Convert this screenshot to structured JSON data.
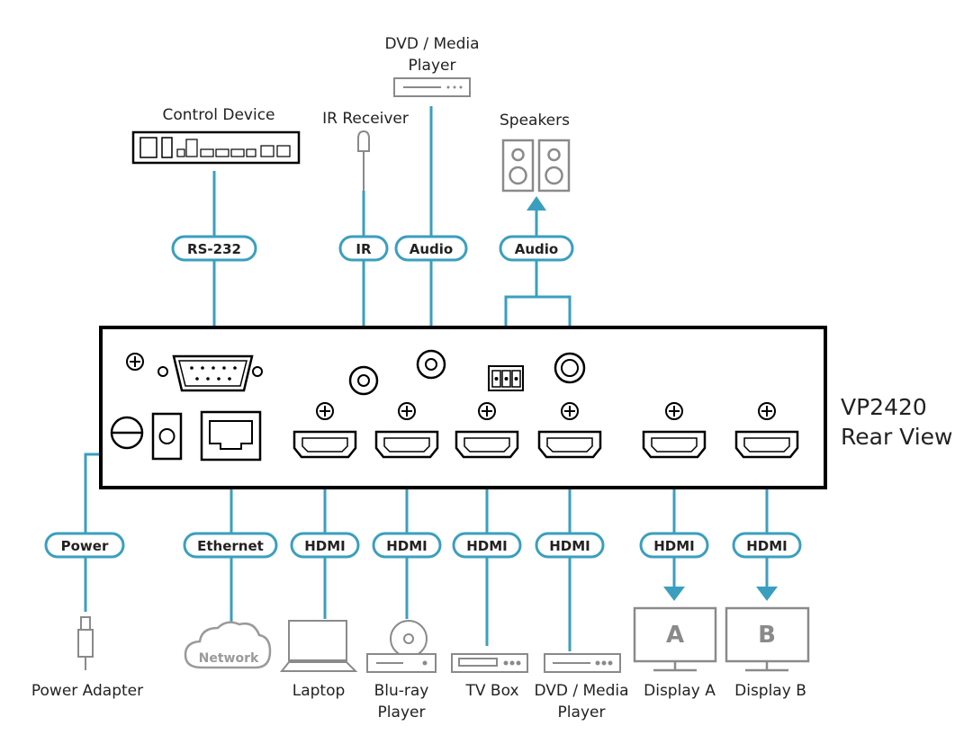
{
  "title": {
    "line1": "VP2420",
    "line2": "Rear View"
  },
  "colors": {
    "line": "#3a9fbf",
    "pill_border": "#3a9fbf",
    "device_gray": "#8a8a8a",
    "panel": "#000000"
  },
  "pills": {
    "rs232": "RS-232",
    "ir": "IR",
    "audio_in": "Audio",
    "audio_out": "Audio",
    "power": "Power",
    "ethernet": "Ethernet",
    "hdmi1": "HDMI",
    "hdmi2": "HDMI",
    "hdmi3": "HDMI",
    "hdmi4": "HDMI",
    "hdmi_out_a": "HDMI",
    "hdmi_out_b": "HDMI"
  },
  "devices": {
    "control_device": "Control Device",
    "ir_receiver": "IR Receiver",
    "dvd_top_line1": "DVD / Media",
    "dvd_top_line2": "Player",
    "speakers": "Speakers",
    "power_adapter": "Power Adapter",
    "network": "Network",
    "laptop": "Laptop",
    "bluray_line1": "Blu-ray",
    "bluray_line2": "Player",
    "tvbox": "TV Box",
    "dvd_bottom_line1": "DVD / Media",
    "dvd_bottom_line2": "Player",
    "display_a": "Display A",
    "display_b": "Display B",
    "display_a_letter": "A",
    "display_b_letter": "B"
  }
}
